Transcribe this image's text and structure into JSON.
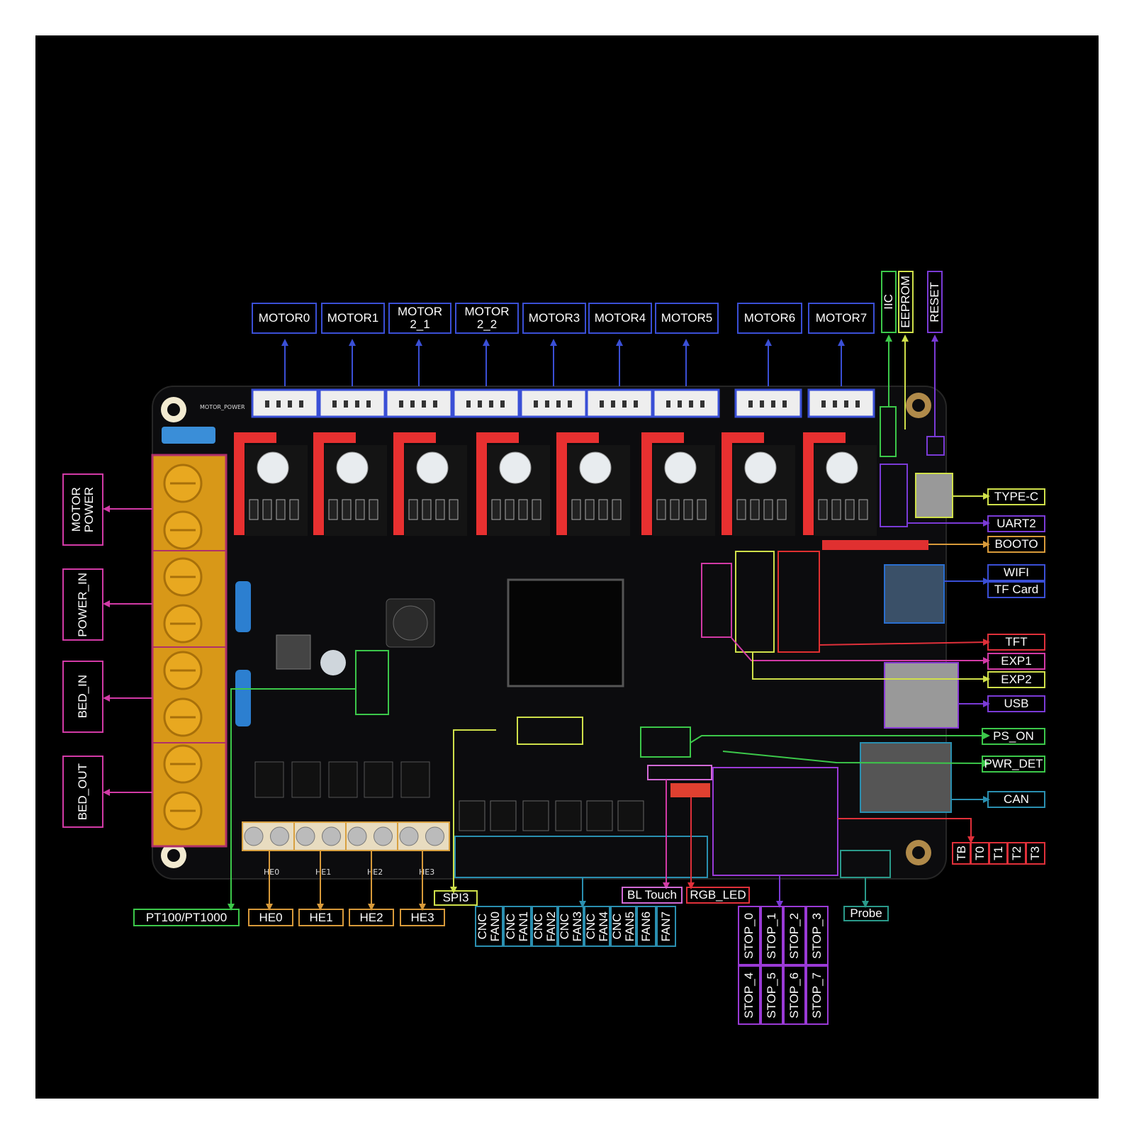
{
  "motors": [
    "MOTOR0",
    "MOTOR1",
    "MOTOR\n2_1",
    "MOTOR\n2_2",
    "MOTOR3",
    "MOTOR4",
    "MOTOR5",
    "MOTOR6",
    "MOTOR7"
  ],
  "top_right": {
    "iic": "IIC",
    "eeprom": "EEPROM",
    "reset": "RESET"
  },
  "left": {
    "motor_power": "MOTOR\nPOWER",
    "power_in": "POWER_IN",
    "bed_in": "BED_IN",
    "bed_out": "BED_OUT"
  },
  "right": {
    "type_c": "TYPE-C",
    "uart2": "UART2",
    "booto": "BOOTO",
    "wifi": "WIFI",
    "tf_card": "TF Card",
    "tft": "TFT",
    "exp1": "EXP1",
    "exp2": "EXP2",
    "usb": "USB",
    "ps_on": "PS_ON",
    "pwr_det": "PWR_DET",
    "can": "CAN"
  },
  "thermistors": [
    "TB",
    "T0",
    "T1",
    "T2",
    "T3"
  ],
  "bottom": {
    "pt100": "PT100/PT1000",
    "he": [
      "HE0",
      "HE1",
      "HE2",
      "HE3"
    ],
    "spi3": "SPI3",
    "bl_touch": "BL Touch",
    "rgb_led": "RGB_LED",
    "probe": "Probe"
  },
  "fans": [
    "CNC\nFAN0",
    "CNC\nFAN1",
    "CNC\nFAN2",
    "CNC\nFAN3",
    "CNC\nFAN4",
    "CNC\nFAN5",
    "FAN6",
    "FAN7"
  ],
  "stops_top": [
    "STOP_0",
    "STOP_1",
    "STOP_2",
    "STOP_3"
  ],
  "stops_bottom": [
    "STOP_4",
    "STOP_5",
    "STOP_6",
    "STOP_7"
  ],
  "silk": {
    "motor_power": "MOTOR_POWER",
    "he": [
      "HE0",
      "HE1",
      "HE2",
      "HE3"
    ]
  },
  "colors": {
    "motor": "#3a4fd6",
    "pink": "#d23aa6",
    "orange": "#d89a3a",
    "green": "#3cc84a",
    "cyan": "#2a8fb0",
    "yellow": "#cfe04a",
    "red": "#e0303a",
    "purple": "#7a3ad6"
  }
}
